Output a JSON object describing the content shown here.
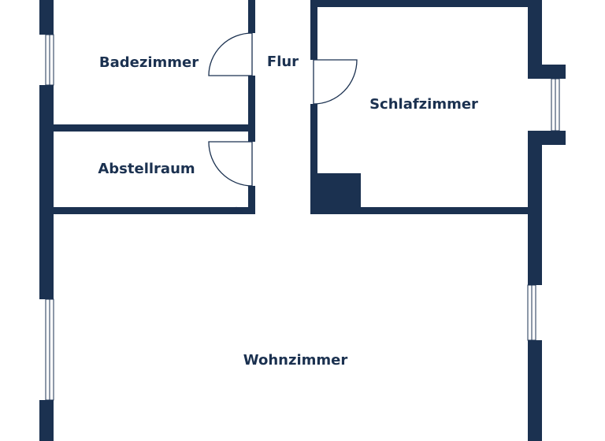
{
  "floorplan": {
    "wall_color": "#1b3150",
    "background_color": "#ffffff",
    "rooms": {
      "badezimmer": "Badezimmer",
      "flur": "Flur",
      "schlafzimmer": "Schlafzimmer",
      "abstellraum": "Abstellraum",
      "wohnzimmer": "Wohnzimmer"
    }
  }
}
